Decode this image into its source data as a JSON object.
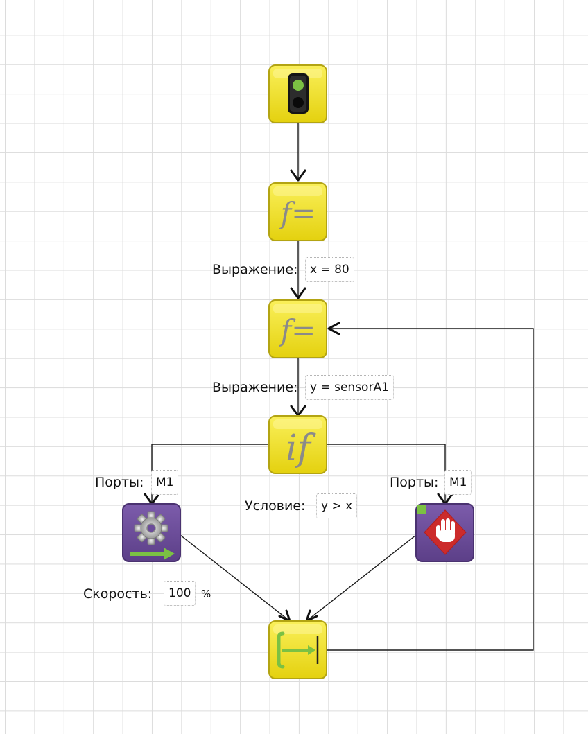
{
  "colors": {
    "block_yellow": "#f2e21a",
    "block_border": "#b3a413",
    "block_purple": "#6b4c9a",
    "accent_green": "#7bc143",
    "stop_red": "#cc2b2b",
    "formula_text": "#8a8a8a"
  },
  "blocks": [
    {
      "id": "start",
      "type": "start",
      "icon": "traffic-light-icon"
    },
    {
      "id": "assign1",
      "type": "expression",
      "icon": "function-assign-icon",
      "glyph": "f="
    },
    {
      "id": "assign2",
      "type": "expression",
      "icon": "function-assign-icon",
      "glyph": "f="
    },
    {
      "id": "if",
      "type": "if",
      "icon": "if-icon",
      "glyph": "if"
    },
    {
      "id": "motor_on",
      "type": "motor",
      "icon": "gear-arrow-icon"
    },
    {
      "id": "motor_stop",
      "type": "motor-stop",
      "icon": "stop-hand-icon"
    },
    {
      "id": "end",
      "type": "end-loop",
      "icon": "end-icon"
    }
  ],
  "labels": {
    "expr1_label": "Выражение:",
    "expr1_value": "x = 80",
    "expr2_label": "Выражение:",
    "expr2_value": "y = sensorA1",
    "ports_left_label": "Порты:",
    "ports_left_value": "M1",
    "ports_right_label": "Порты:",
    "ports_right_value": "M1",
    "condition_label": "Условие:",
    "condition_value": "y > x",
    "speed_label": "Скорость:",
    "speed_value": "100",
    "speed_unit": "%"
  }
}
